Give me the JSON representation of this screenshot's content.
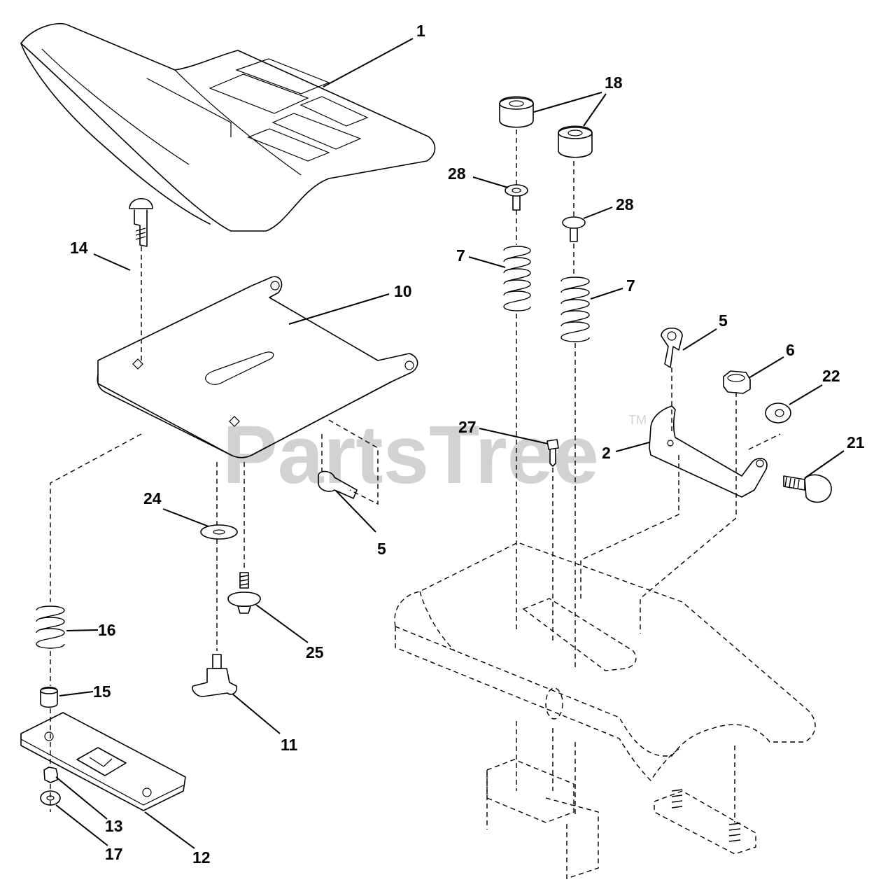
{
  "watermark": {
    "text": "PartsTree",
    "trademark": "TM"
  },
  "callouts": [
    {
      "id": "c1",
      "label": "1"
    },
    {
      "id": "c18",
      "label": "18"
    },
    {
      "id": "c28a",
      "label": "28"
    },
    {
      "id": "c28b",
      "label": "28"
    },
    {
      "id": "c14",
      "label": "14"
    },
    {
      "id": "c10",
      "label": "10"
    },
    {
      "id": "c7a",
      "label": "7"
    },
    {
      "id": "c7b",
      "label": "7"
    },
    {
      "id": "c5a",
      "label": "5"
    },
    {
      "id": "c6",
      "label": "6"
    },
    {
      "id": "c22",
      "label": "22"
    },
    {
      "id": "c27",
      "label": "27"
    },
    {
      "id": "c2",
      "label": "2"
    },
    {
      "id": "c21",
      "label": "21"
    },
    {
      "id": "c24",
      "label": "24"
    },
    {
      "id": "c5b",
      "label": "5"
    },
    {
      "id": "c16",
      "label": "16"
    },
    {
      "id": "c25",
      "label": "25"
    },
    {
      "id": "c15",
      "label": "15"
    },
    {
      "id": "c11",
      "label": "11"
    },
    {
      "id": "c13",
      "label": "13"
    },
    {
      "id": "c17",
      "label": "17"
    },
    {
      "id": "c12",
      "label": "12"
    }
  ]
}
